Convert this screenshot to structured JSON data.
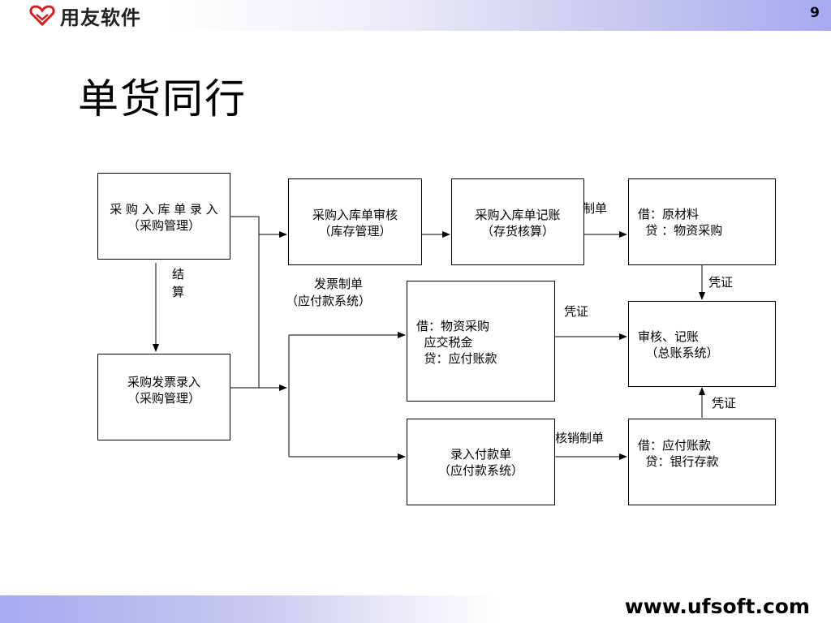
{
  "header": {
    "logo_text": "用友软件",
    "page_number": "9"
  },
  "title": "单货同行",
  "nodes": {
    "purchase_entry": {
      "line1": "采 购 入 库 单 录 入",
      "line2": "（采购管理）"
    },
    "purchase_audit": {
      "line1": "采购入库单审核",
      "line2": "（库存管理）"
    },
    "purchase_post": {
      "line1": "采购入库单记账",
      "line2": "（存货核算）"
    },
    "voucher_material": {
      "line1": "借：原材料",
      "line2": "  贷 ：物资采购"
    },
    "invoice_entry": {
      "line1": "采购发票录入",
      "line2": "（采购管理）"
    },
    "voucher_invoice": {
      "line1": "借：物资采购",
      "line2": "  应交税金",
      "line3": "  贷：应付账款"
    },
    "audit_post": {
      "line1": "审核、记账",
      "line2": "  （总账系统）"
    },
    "payment_entry": {
      "line1": "录入付款单",
      "line2": "（应付款系统）"
    },
    "voucher_payment": {
      "line1": "借：应付账款",
      "line2": "  贷：银行存款"
    }
  },
  "edge_labels": {
    "settle_1": "结",
    "settle_2": "算",
    "make_voucher": "制单",
    "invoice_voucher_1": "发票制单",
    "invoice_voucher_2": "（应付款系统）",
    "voucher_1": "凭证",
    "voucher_2": "凭证",
    "voucher_3": "凭证",
    "writeoff_voucher": "核销制单"
  },
  "footer": {
    "url": "www.ufsoft.com"
  }
}
